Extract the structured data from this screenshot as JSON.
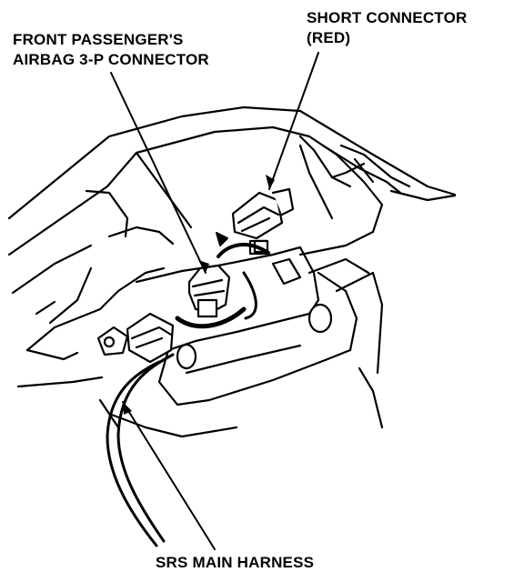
{
  "labels": {
    "front_passenger_connector": {
      "line1": "FRONT PASSENGER'S",
      "line2": "AIRBAG 3-P CONNECTOR"
    },
    "short_connector": {
      "line1": "SHORT CONNECTOR",
      "line2": "(RED)"
    },
    "srs_main_harness": "SRS MAIN HARNESS"
  },
  "colors": {
    "ink": "#000000",
    "paper": "#ffffff"
  }
}
